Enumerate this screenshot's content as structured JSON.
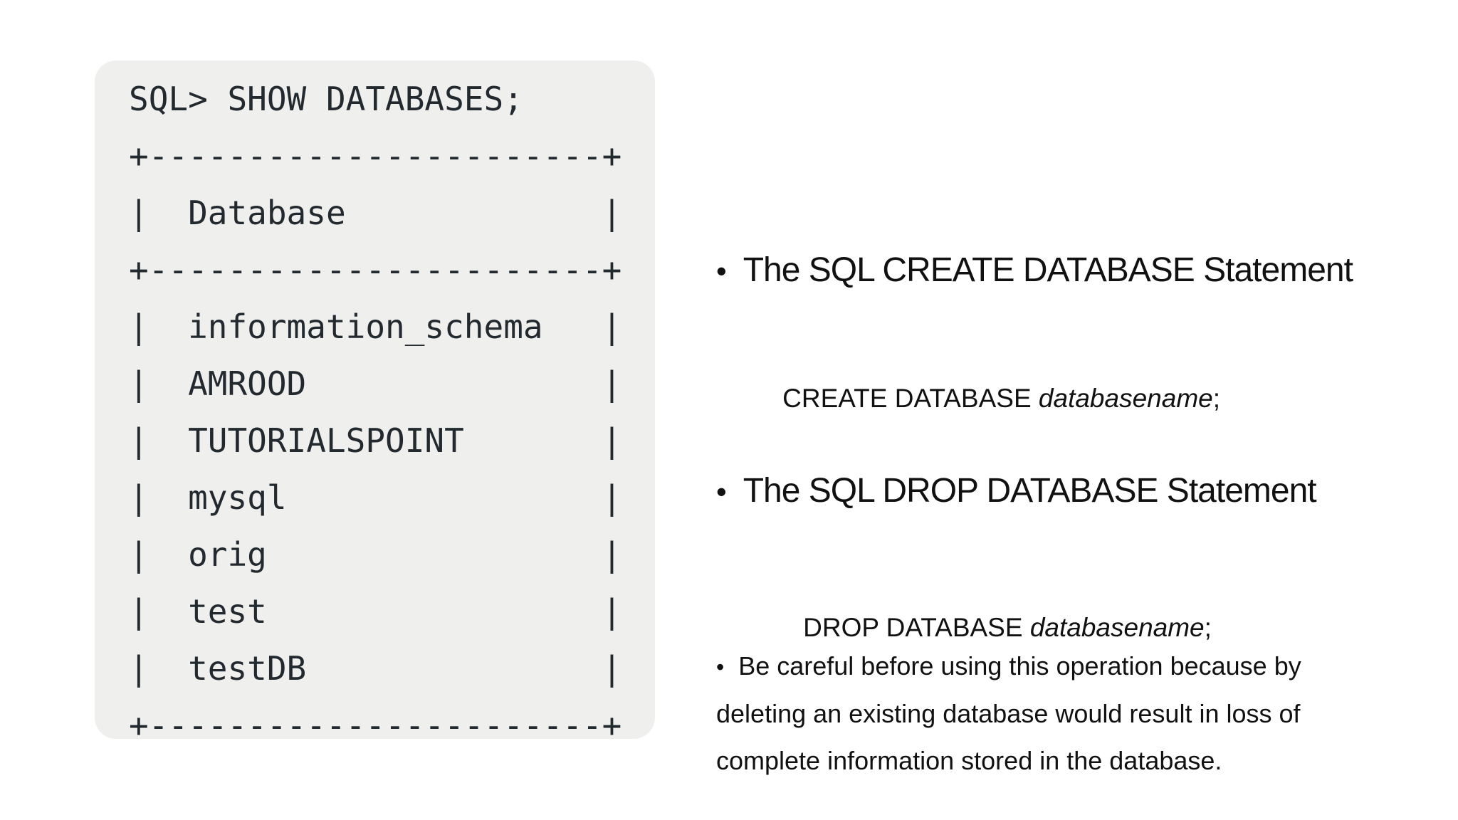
{
  "slide": {
    "background_color": "#ffffff",
    "text_color": "#111111"
  },
  "bullets": {
    "marker": "•"
  },
  "terminal": {
    "panel_color": "#efefee",
    "text_color": "#222a2f",
    "command": "SQL> SHOW DATABASES;",
    "column_header": "Database",
    "databases": [
      "information_schema",
      "AMROOD",
      "TUTORIALSPOINT",
      "mysql",
      "orig",
      "test",
      "testDB"
    ],
    "text": "SQL> SHOW DATABASES;\n+-----------------------+\n|  Database             |\n+-----------------------+\n|  information_schema   |\n|  AMROOD               |\n|  TUTORIALSPOINT       |\n|  mysql                |\n|  orig                 |\n|  test                 |\n|  testDB               |\n+-----------------------+"
  },
  "create_section": {
    "heading": "The SQL CREATE DATABASE Statement",
    "syntax_prefix": "CREATE DATABASE ",
    "syntax_em": "databasename",
    "syntax_suffix": ";"
  },
  "drop_section": {
    "heading": "The SQL DROP DATABASE Statement",
    "syntax_prefix": "DROP DATABASE ",
    "syntax_em": "databasename",
    "syntax_suffix": ";"
  },
  "warning": {
    "bullet": "•",
    "text": "Be careful before using this operation because by\ndeleting an existing database would result in loss of\ncomplete information stored in the database."
  }
}
